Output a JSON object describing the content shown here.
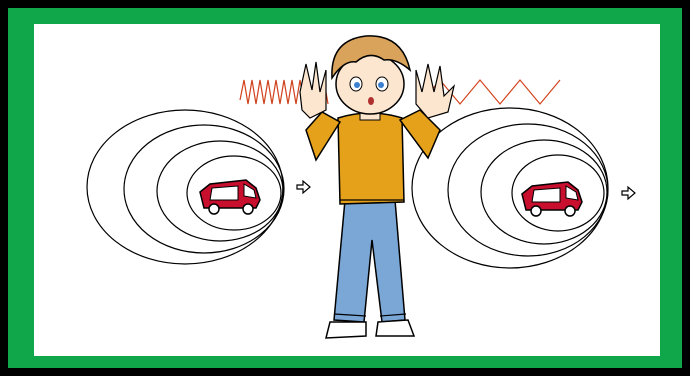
{
  "colors": {
    "outer_border": "#000000",
    "frame": "#10a64a",
    "panel": "#ffffff",
    "wave_lines": "#000000",
    "sound_wave": "#d0421b",
    "vehicle_body": "#c8102e",
    "shirt": "#e6a11a",
    "jeans": "#7aa7d6",
    "hair": "#d9a35b"
  },
  "scene": {
    "description_tags": [
      "doppler-effect",
      "sound-waves",
      "moving-vehicle",
      "listener"
    ],
    "icons": {
      "left_vehicle": "ambulance-icon",
      "right_vehicle": "ambulance-icon",
      "motion_arrow": "arrow-right-icon",
      "high_pitch_wave": "compressed-wave-icon",
      "low_pitch_wave": "stretched-wave-icon"
    }
  }
}
